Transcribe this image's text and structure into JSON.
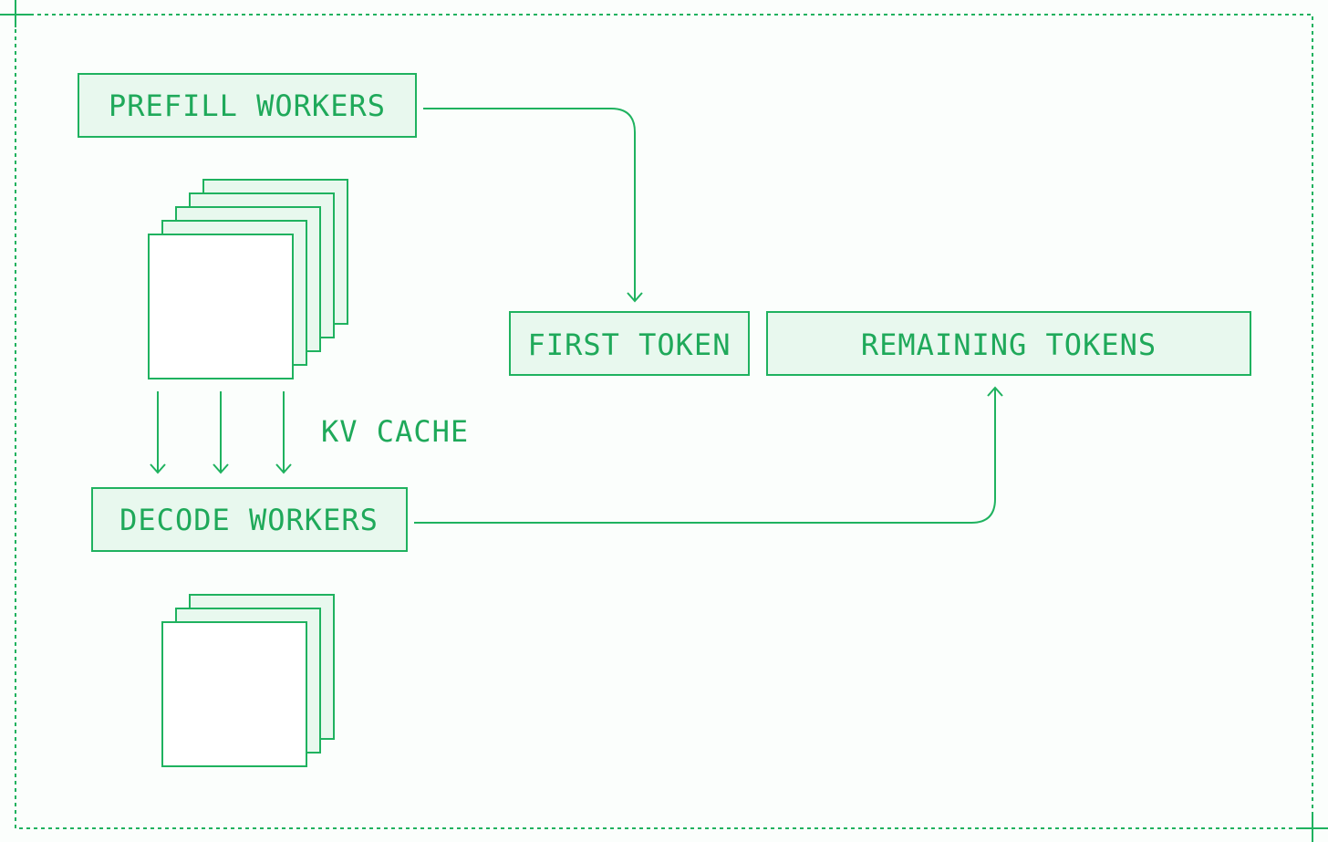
{
  "colors": {
    "accent": "#1fb25f",
    "text": "#1fa95a",
    "box_fill": "#e8f8ee",
    "background": "#fbfefc"
  },
  "nodes": {
    "prefill_workers": "PREFILL WORKERS",
    "first_token": "FIRST TOKEN",
    "remaining_tokens": "REMAINING TOKENS",
    "kv_cache": "KV CACHE",
    "decode_workers": "DECODE WORKERS"
  },
  "stacks": {
    "prefill_gpu_count": 5,
    "decode_gpu_count": 3
  }
}
